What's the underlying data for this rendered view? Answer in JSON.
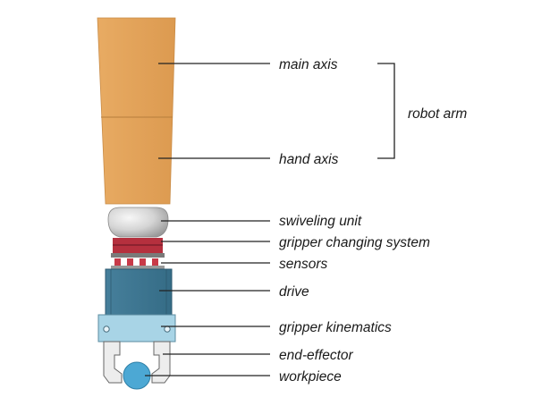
{
  "diagram": {
    "labels": {
      "main_axis": "main axis",
      "hand_axis": "hand axis",
      "swiveling_unit": "swiveling unit",
      "gripper_changing_system": "gripper changing system",
      "sensors": "sensors",
      "drive": "drive",
      "gripper_kinematics": "gripper kinematics",
      "end_effector": "end-effector",
      "workpiece": "workpiece"
    },
    "group_label": "robot arm",
    "colors": {
      "arm": "#E3A257",
      "arm_divider": "#B77E3C",
      "swivel_light": "#F4F4F4",
      "swivel_dark": "#A9A9A9",
      "changer": "#B5303E",
      "changer_dark": "#7E1E2A",
      "sensor": "#C83A48",
      "drive": "#3E7893",
      "drive_dark": "#2C5A70",
      "kinematics": "#A8D4E6",
      "kinematics_edge": "#5D8CA0",
      "finger": "#EDEDED",
      "workpiece": "#4CA8D4",
      "leader": "#222222"
    }
  }
}
